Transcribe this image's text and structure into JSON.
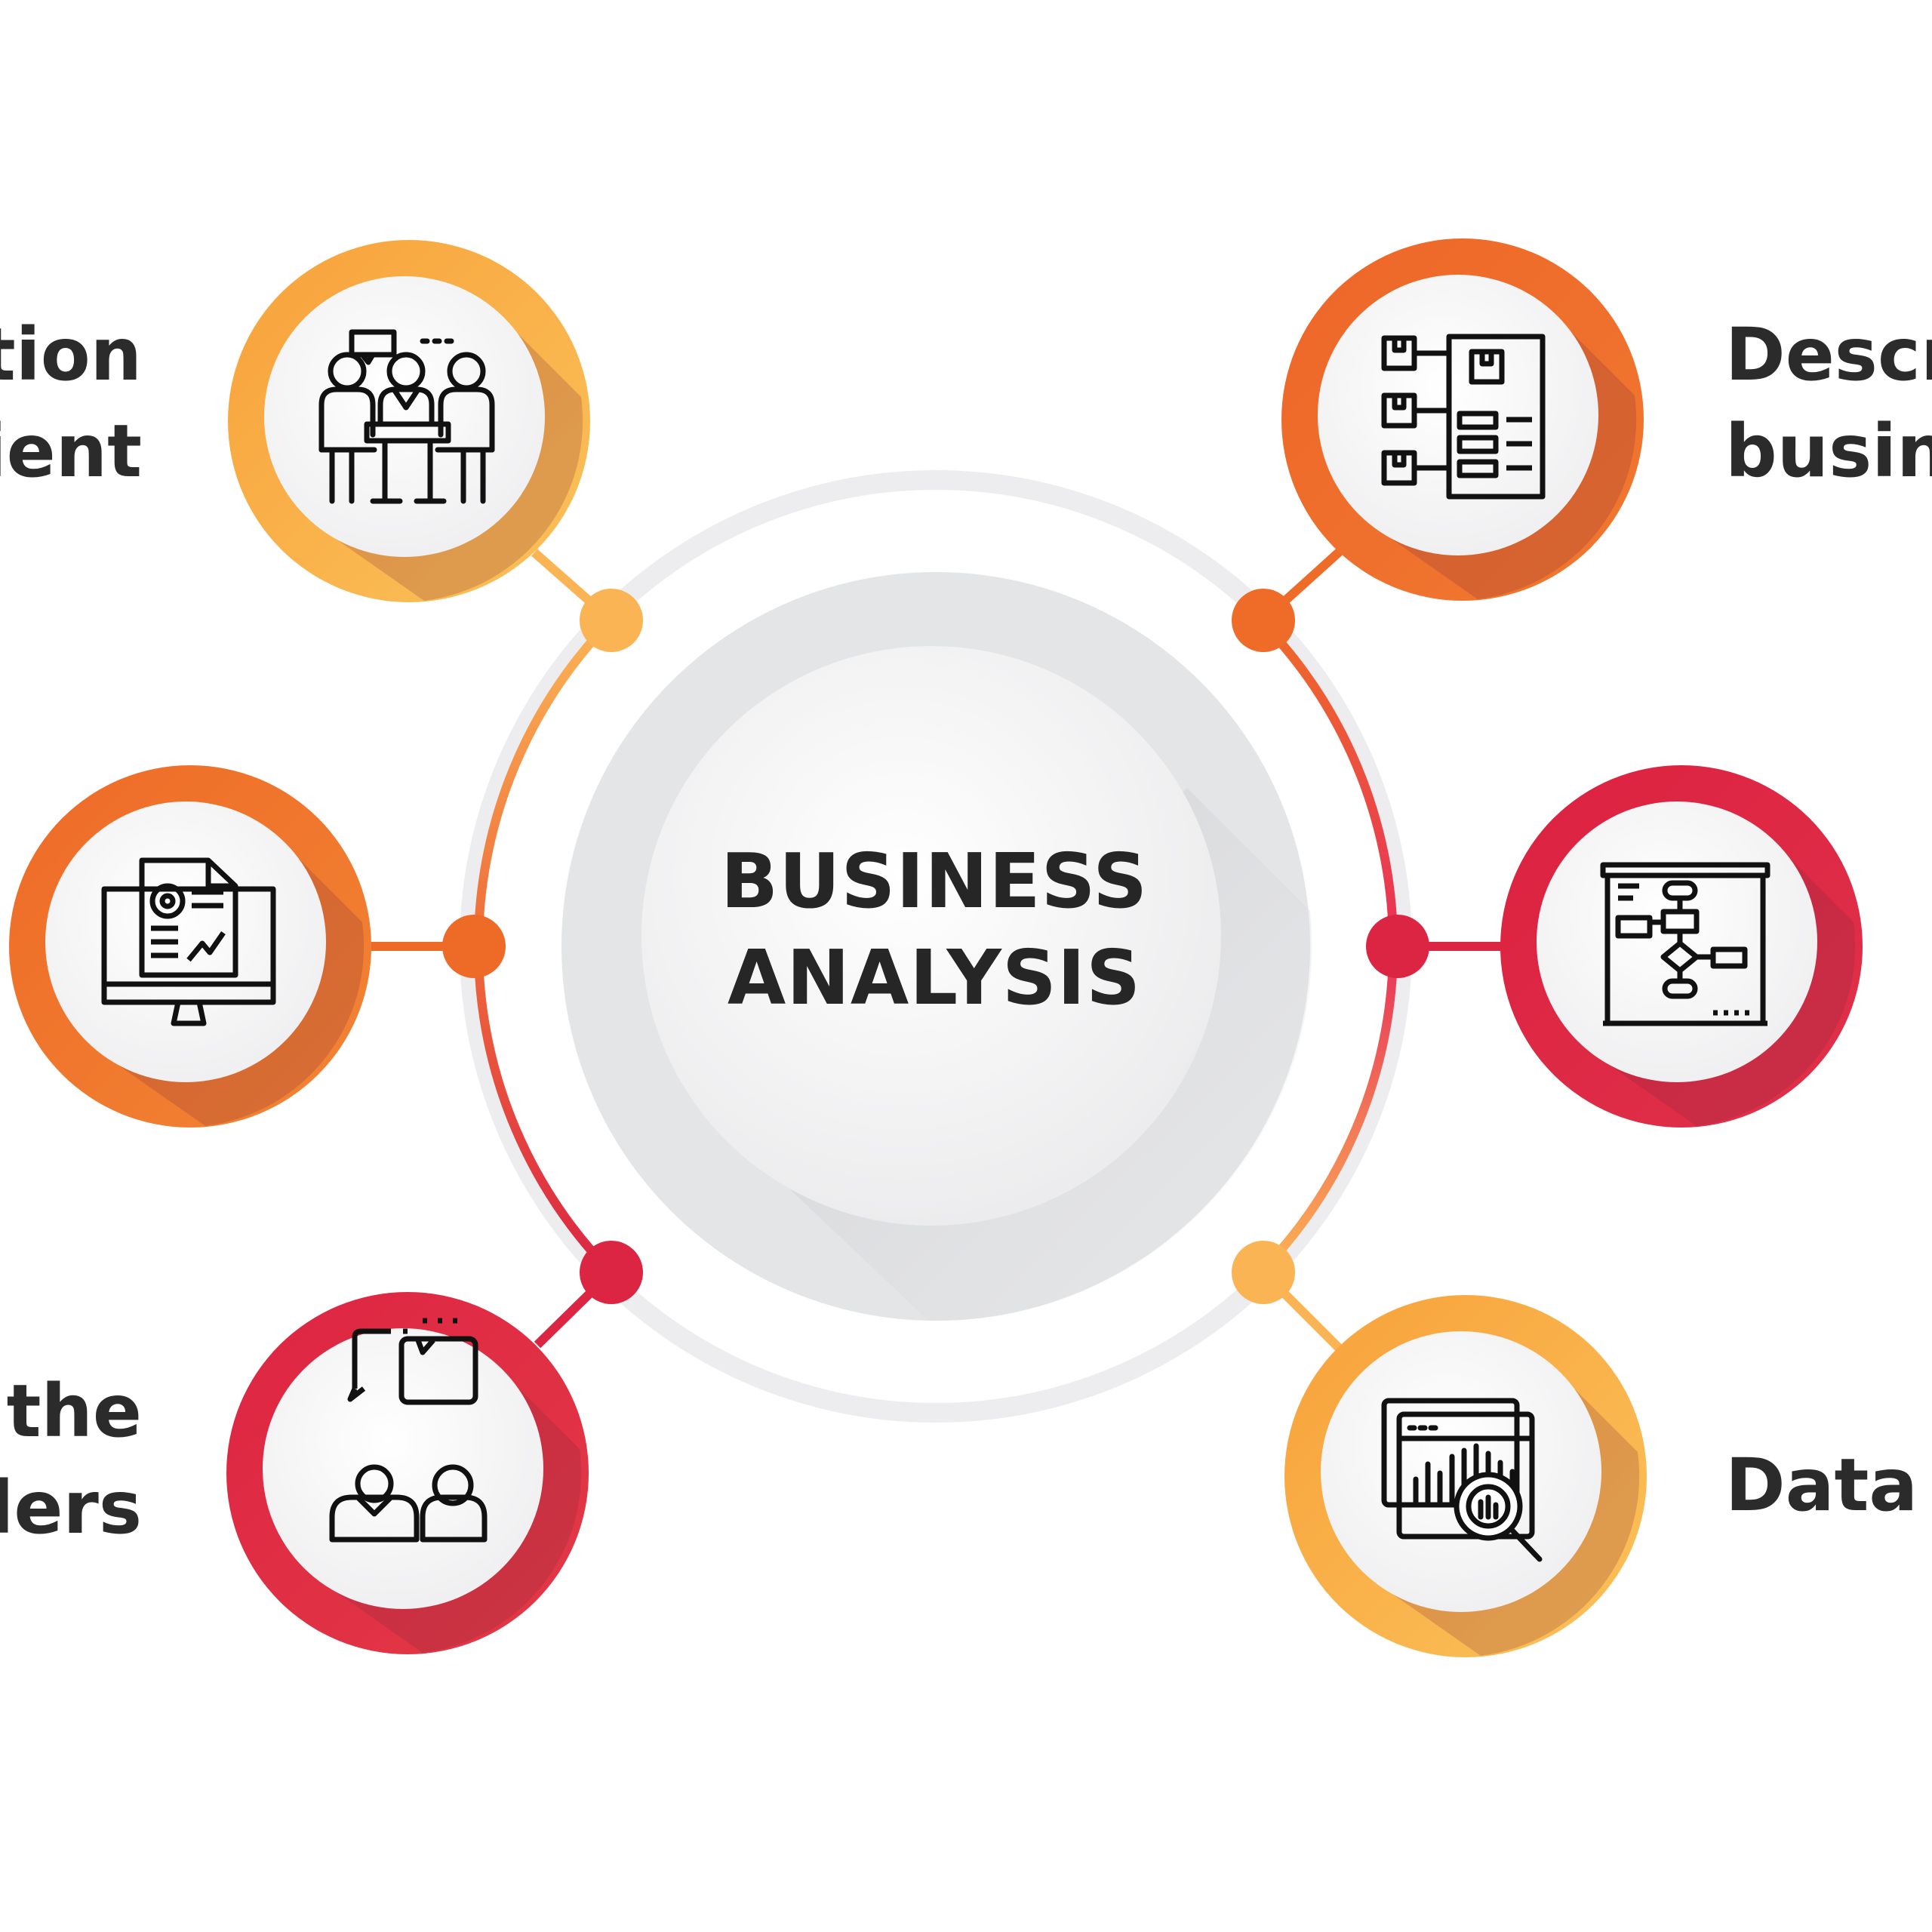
{
  "center": {
    "line1": "BUSINESS",
    "line2": "ANALYSIS"
  },
  "nodes": [
    {
      "id": "top-left",
      "icon": "meeting-icon",
      "ring_colors": [
        "#F8A13A",
        "#FBC25A"
      ],
      "dot_color": "#FBB454",
      "label_lines": [
        "tion",
        "ient"
      ]
    },
    {
      "id": "middle-left",
      "icon": "monitor-report-icon",
      "ring_colors": [
        "#EE6A27",
        "#F28534"
      ],
      "dot_color": "#EE6A27",
      "label_lines": []
    },
    {
      "id": "bottom-left",
      "icon": "chat-people-icon",
      "ring_colors": [
        "#DE2442",
        "#E23A46"
      ],
      "dot_color": "#DC2543",
      "label_lines": [
        "; the",
        "ders"
      ]
    },
    {
      "id": "top-right",
      "icon": "kanban-board-icon",
      "ring_colors": [
        "#EE6628",
        "#F07830"
      ],
      "dot_color": "#EF6B28",
      "label_lines": [
        "Descr",
        "busine"
      ]
    },
    {
      "id": "middle-right",
      "icon": "flowchart-icon",
      "ring_colors": [
        "#DC2140",
        "#E0314A"
      ],
      "dot_color": "#DC2543",
      "label_lines": []
    },
    {
      "id": "bottom-right",
      "icon": "data-search-icon",
      "ring_colors": [
        "#F8A13A",
        "#FBC25A"
      ],
      "dot_color": "#FBB454",
      "label_lines": [
        "Data a"
      ]
    }
  ],
  "colors": {
    "text": "#2b2b2b",
    "inner_circle": "#f3f3f4",
    "outer_disc": "#e4e5e7",
    "track": "#ececee"
  }
}
